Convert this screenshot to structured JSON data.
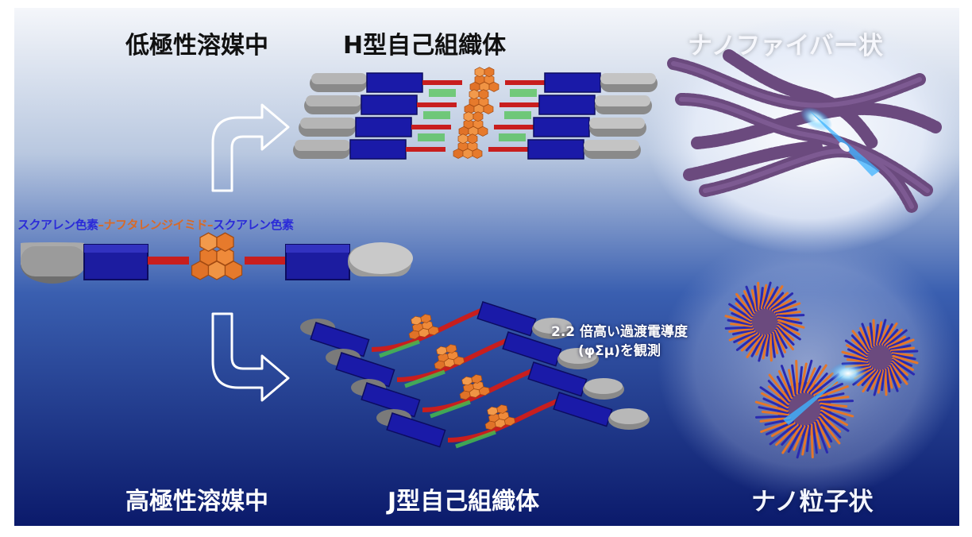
{
  "labels": {
    "low_polarity": "低極性溶媒中",
    "high_polarity": "高極性溶媒中",
    "h_aggregate": "H型自己組織体",
    "j_aggregate": "J型自己組織体",
    "nanofiber": "ナノファイバー状",
    "nanoparticle": "ナノ粒子状"
  },
  "molecule": {
    "part1": "スクアレン色素",
    "sep1": "–",
    "part2": "ナフタレンジイミド",
    "sep2": "–",
    "part3": "スクアレン色素"
  },
  "note": {
    "line1": "2.2 倍高い過渡電導度",
    "line2": "(φΣμ)を観測"
  },
  "colors": {
    "squaraine": "#1a1aa8",
    "ndi": "#e2752a",
    "linker": "#c81e1e",
    "stacking": "#48c24a",
    "end_cap": "#8d8d8d",
    "fiber": "#6e4a7e",
    "bg_top": "#f4f6fa",
    "bg_bottom": "#0b1a6b"
  }
}
